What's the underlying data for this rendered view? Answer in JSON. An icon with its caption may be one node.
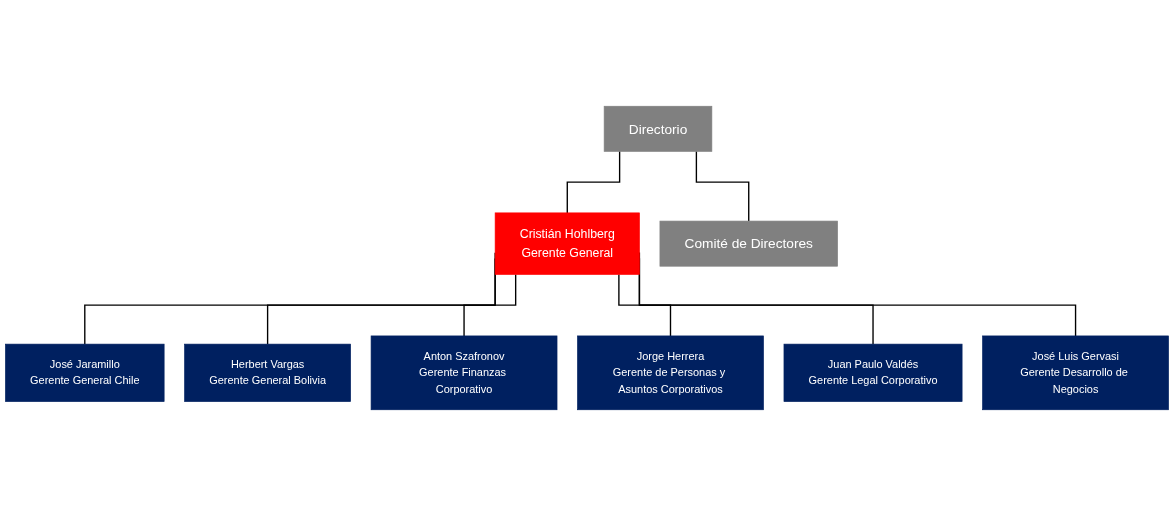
{
  "diagram": {
    "nodes": [
      {
        "text": [
          "Directorio"
        ]
      },
      {
        "text": [
          "Comité de Directores"
        ]
      },
      {
        "text": [
          "Cristián Hohlberg",
          "Gerente General"
        ]
      },
      {
        "text": [
          "José Jaramillo",
          "Gerente General Chile"
        ]
      },
      {
        "text": [
          "Herbert Vargas",
          "Gerente General Bolivia"
        ]
      },
      {
        "text": [
          "Anton Szafronov",
          "Gerente Finanzas Corporativo"
        ]
      },
      {
        "text": [
          "Jorge Herrera",
          "Gerente de Personas y Asuntos Corporativos"
        ]
      },
      {
        "text": [
          "Juan Paulo Valdés",
          "Gerente Legal Corporativo"
        ]
      },
      {
        "text": [
          "José Luis Gervasi",
          "Gerente Desarrollo de Negocios"
        ]
      }
    ],
    "edges": [
      {
        "from": 0,
        "to": 1,
        "arrow": "none"
      },
      {
        "from": 0,
        "to": 2,
        "arrow": "none"
      },
      {
        "from": 2,
        "to": 3,
        "arrow": "none"
      },
      {
        "from": 2,
        "to": 4,
        "arrow": "none"
      },
      {
        "from": 2,
        "to": 5,
        "arrow": "none"
      },
      {
        "from": 2,
        "to": 6,
        "arrow": "none"
      },
      {
        "from": 2,
        "to": 7,
        "arrow": "none"
      },
      {
        "from": 2,
        "to": 8,
        "arrow": "none"
      }
    ]
  }
}
